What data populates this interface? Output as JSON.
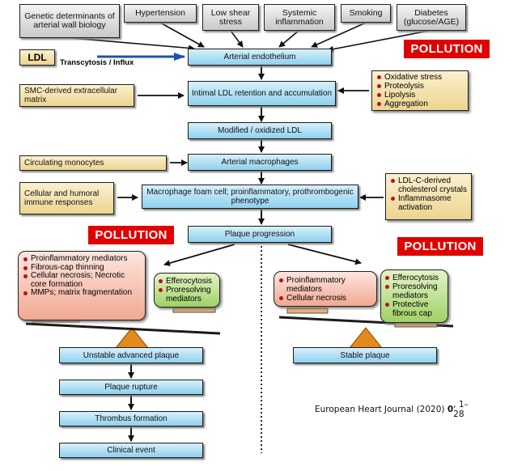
{
  "risk_factors": [
    "Genetic determinants of arterial wall biology",
    "Hypertension",
    "Low shear stress",
    "Systemic inflammation",
    "Smoking",
    "Diabetes (glucose/AGE)"
  ],
  "inputs": {
    "ldl": "LDL",
    "transcytosis": "Transcytosis / Influx",
    "smc_matrix": "SMC-derived extracellular matrix",
    "monocytes": "Circulating monocytes",
    "immune": "Cellular and humoral immune responses"
  },
  "modifiers": {
    "retention": [
      "Oxidative stress",
      "Proteolysis",
      "Lipolysis",
      "Aggregation"
    ],
    "foam_cell": [
      "LDL-C-derived cholesterol crystals",
      "Inflammasome activation"
    ]
  },
  "steps": {
    "endothelium": "Arterial endothelium",
    "retention": "Intimal LDL retention and accumulation",
    "modified": "Modified / oxidized LDL",
    "macrophages": "Arterial macrophages",
    "foam_cell": "Macrophage foam cell; proinflammatory, prothrombogenic phenotype",
    "progression": "Plaque progression"
  },
  "pollution": [
    "POLLUTION",
    "POLLUTION",
    "POLLUTION"
  ],
  "unstable_branch": {
    "pro": [
      "Proinflammatory mediators",
      "Fibrous-cap thinning",
      "Cellular necrosis; Necrotic core formation",
      "MMPs; matrix fragmentation"
    ],
    "anti": [
      "Efferocytosis",
      "Proresolving mediators"
    ],
    "outcomes": [
      "Unstable advanced plaque",
      "Plaque rupture",
      "Thrombus formation",
      "Clinical event"
    ]
  },
  "stable_branch": {
    "pro": [
      "Proinflammatory mediators",
      "Cellular necrosis"
    ],
    "anti": [
      "Efferocytosis",
      "Proresolving mediators",
      "Protective fibrous cap"
    ],
    "outcome": "Stable plaque"
  },
  "citation": {
    "journal": "European Heart Journal (2020) ",
    "volume": "0",
    "pages": ", 1–28"
  }
}
